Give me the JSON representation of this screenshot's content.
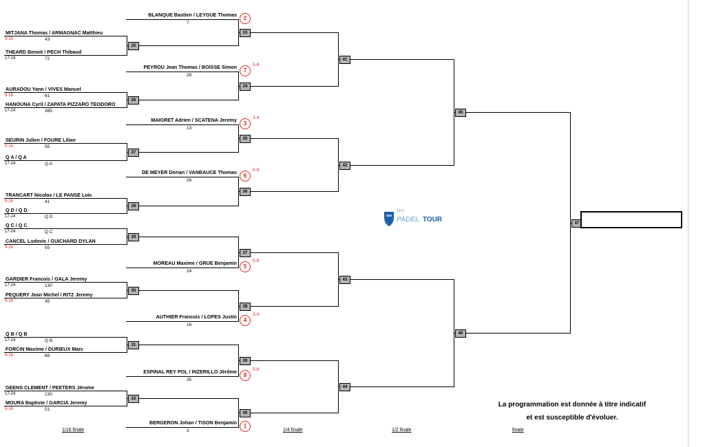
{
  "draw": {
    "round_labels": [
      "1/16 finale",
      "1/4 finale",
      "1/2 finale",
      "finale"
    ],
    "seeded_entries": [
      {
        "team": "BLANQUE Bastien / LEYGUE Thomas",
        "ranking": "7",
        "seed": "2",
        "place": ""
      },
      {
        "team": "PEYROU Jean Thomas / BOISSE Simon",
        "ranking": "28",
        "seed": "7",
        "place": "5-8"
      },
      {
        "team": "MAIGRET Adrien / SCATENA Jeremy",
        "ranking": "13",
        "seed": "3",
        "place": "3-4"
      },
      {
        "team": "DE MEYER Dorian / VANBAUCE Thomas",
        "ranking": "26",
        "seed": "6",
        "place": "5-8"
      },
      {
        "team": "MOREAU Maxime / GRUE Benjamin",
        "ranking": "24",
        "seed": "5",
        "place": "5-8"
      },
      {
        "team": "AUTHIER Francois / LOPES Justin",
        "ranking": "16",
        "seed": "4",
        "place": "3-4"
      },
      {
        "team": "ESPINAL REY POL / INZERILLO Jérôme",
        "ranking": "35",
        "seed": "8",
        "place": "5-8"
      },
      {
        "team": "BERGERON Johan / TISON Benjamin",
        "ranking": "3",
        "seed": "1",
        "place": ""
      }
    ],
    "first_round": [
      {
        "match": "25",
        "top": {
          "team": "MITJANA Thomas / ARMAGNAC Matthieu",
          "tag": "9-16",
          "ranking": "43"
        },
        "bottom": {
          "team": "THEARD Benoit / PECH Thibaud",
          "tag": "17-24",
          "ranking": "72"
        }
      },
      {
        "match": "26",
        "top": {
          "team": "AURADOU Yann / VIVES Manuel",
          "tag": "9-16",
          "ranking": "61"
        },
        "bottom": {
          "team": "HANOUNA Cyril / ZAPATA PIZZARO TEODORO",
          "tag": "17-24",
          "ranking": "385"
        }
      },
      {
        "match": "27",
        "top": {
          "team": "SEURIN Julien / FOURE Lilian",
          "tag": "9-16",
          "ranking": "55"
        },
        "bottom": {
          "team": "Q A / Q A",
          "tag": "17-24",
          "ranking": "Q A"
        }
      },
      {
        "match": "28",
        "top": {
          "team": "TRANCART Nicolas / LE PANSE Loic",
          "tag": "9-16",
          "ranking": "41"
        },
        "bottom": {
          "team": "Q D / Q D",
          "tag": "17-24",
          "ranking": "Q D"
        }
      },
      {
        "match": "29",
        "top": {
          "team": "Q C / Q C",
          "tag": "17-24",
          "ranking": "Q C"
        },
        "bottom": {
          "team": "CANCEL Ludovic / GUICHARD DYLAN",
          "tag": "9-16",
          "ranking": "55"
        }
      },
      {
        "match": "30",
        "top": {
          "team": "GARDIER Francois / GALA Jeremy",
          "tag": "17-24",
          "ranking": "130"
        },
        "bottom": {
          "team": "PEQUERY Jean Michel / RITZ Jeremy",
          "tag": "9-16",
          "ranking": "45"
        }
      },
      {
        "match": "31",
        "top": {
          "team": "Q B / Q B",
          "tag": "17-24",
          "ranking": "Q B"
        },
        "bottom": {
          "team": "FORCIN Maxime / DURIEUX Marc",
          "tag": "9-16",
          "ranking": "68"
        }
      },
      {
        "match": "32",
        "top": {
          "team": "GEENS CLEMENT / PEETERS Jérome",
          "tag": "17-24",
          "ranking": "130"
        },
        "bottom": {
          "team": "MOURA Baptiste / GARCIA Jeremy",
          "tag": "9-16",
          "ranking": "51"
        }
      }
    ],
    "r16_matches": [
      "33",
      "34",
      "35",
      "36",
      "37",
      "38",
      "39",
      "40"
    ],
    "qf_matches": [
      "41",
      "42",
      "43",
      "44"
    ],
    "sf_matches": [
      "45",
      "46"
    ],
    "final_match": "47",
    "winner": ""
  },
  "logo": {
    "line1": "FFT",
    "line2": "PADEL",
    "line3": "TOUR",
    "brand_color": "#1f5fa8",
    "accent_color": "#8fb8e0"
  },
  "note": {
    "line1": "La programmation est donnée à titre indicatif",
    "line2": "et est susceptible d'évoluer."
  },
  "colors": {
    "tag_red": "#e2231a",
    "match_box": "#b3b3b3"
  }
}
